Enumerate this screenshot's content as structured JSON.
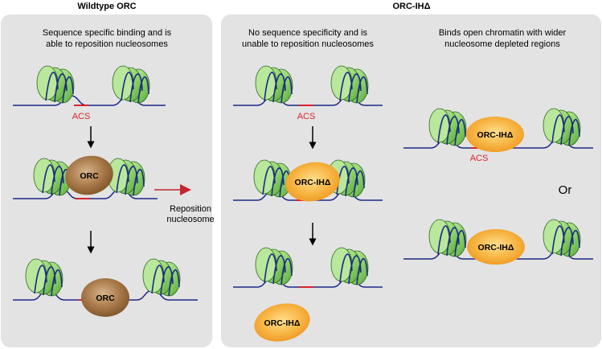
{
  "panels": {
    "wildtype": {
      "title": "Wildtype ORC",
      "caption": [
        "Sequence specific binding and is",
        "able to reposition nucleosomes"
      ],
      "acs_label": "ACS",
      "orc_label": "ORC",
      "reposition_label": [
        "Reposition",
        "nucleosome"
      ]
    },
    "mutant": {
      "title": "ORC-IHΔ",
      "caption_left": [
        "No sequence specificity and is",
        "unable to reposition nucleosomes"
      ],
      "caption_right": [
        "Binds open chromatin with wider",
        "nucleosome depleted regions"
      ],
      "acs_label": "ACS",
      "orc_label": "ORC-IHΔ",
      "or_label": "Or"
    }
  },
  "colors": {
    "panel_bg": "#e3e3e3",
    "nucleosome": "#8fd36a",
    "dna": "#1c2a86",
    "acs": "#d8232a",
    "wt_orc": "#a0723e",
    "mutant_orc": "#f5a93a",
    "reposition_arrow": "#c4262e"
  }
}
